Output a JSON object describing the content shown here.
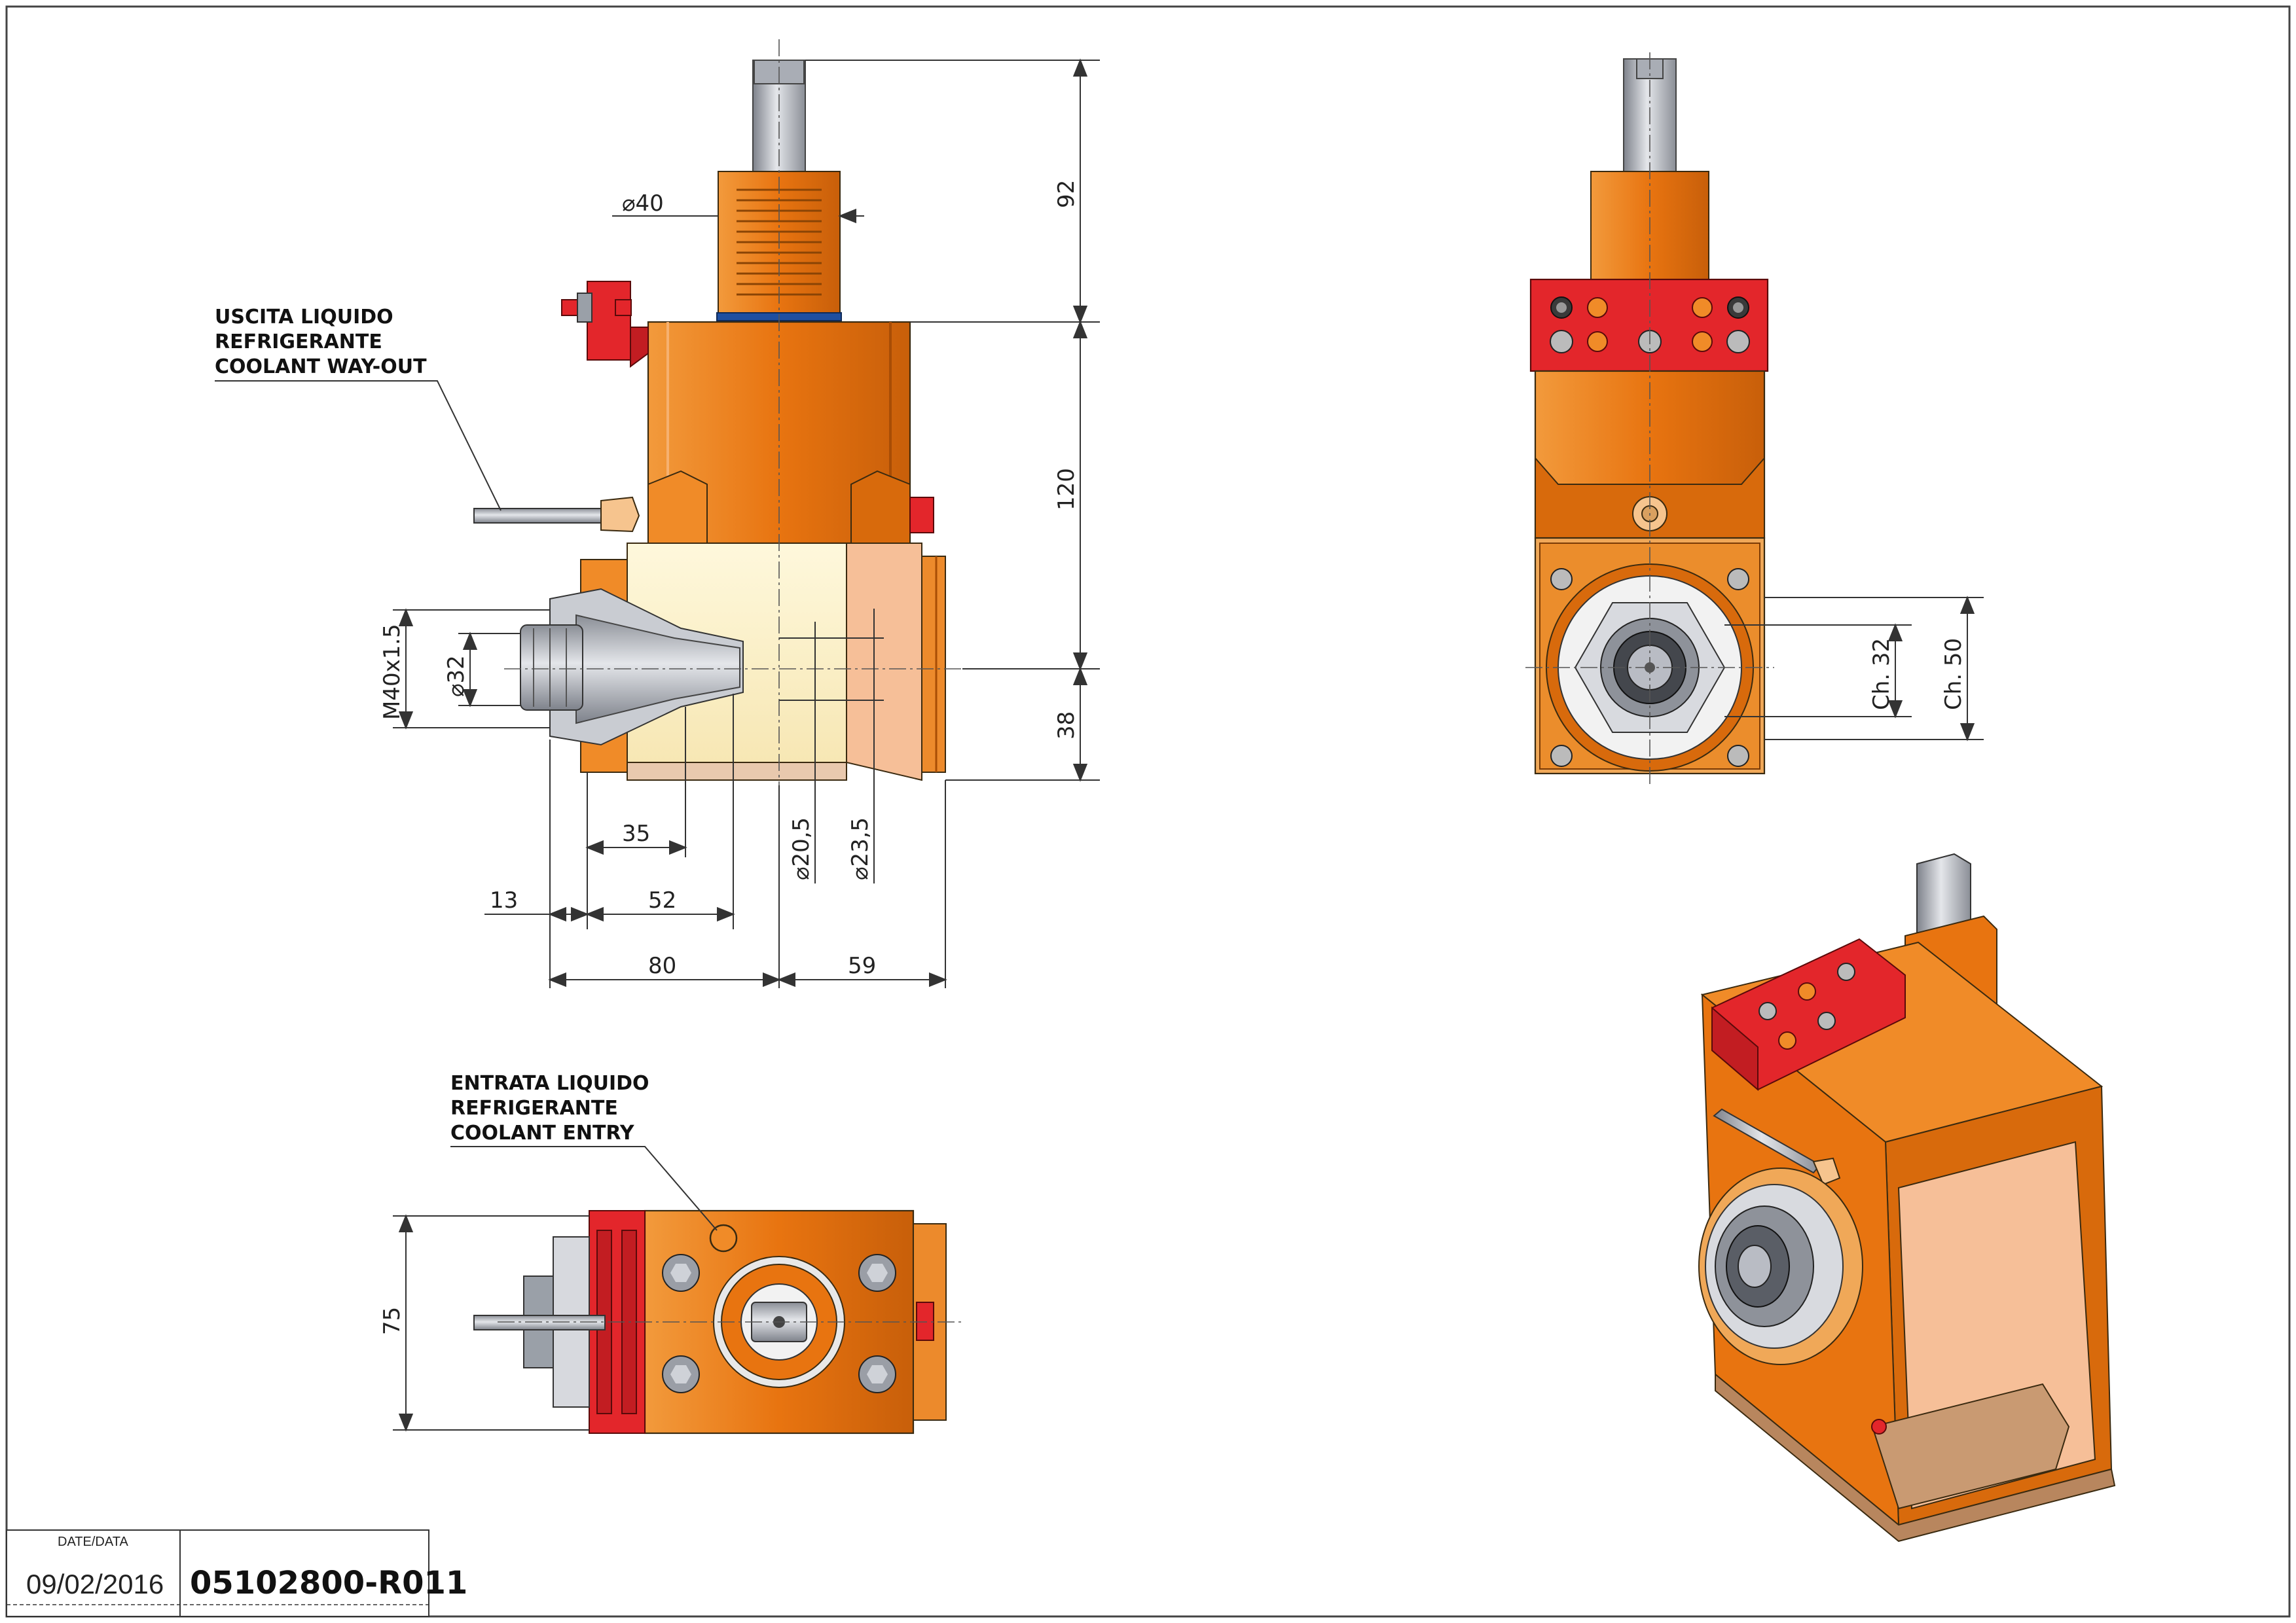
{
  "colors": {
    "orange": "#e87410",
    "orange_dark": "#c85f0a",
    "orange_light": "#f29a3c",
    "cream": "#fdf3c8",
    "peach": "#f6bf98",
    "red": "#e3262b",
    "steel": "#b9bcc4",
    "steel_dark": "#7e828b"
  },
  "labels": {
    "outlet": [
      "USCITA LIQUIDO",
      "REFRIGERANTE",
      "COOLANT WAY-OUT"
    ],
    "entry": [
      "ENTRATA LIQUIDO",
      "REFRIGERANTE",
      "COOLANT ENTRY"
    ]
  },
  "dimensions": {
    "side": {
      "dia40": "⌀40",
      "d92": "92",
      "d120": "120",
      "d38": "38",
      "m40": "M40x1.5",
      "dia32": "⌀32",
      "d35": "35",
      "d13": "13",
      "d52": "52",
      "d80": "80",
      "d59": "59",
      "dia205": "⌀20,5",
      "dia235": "⌀23,5"
    },
    "front": {
      "ch32": "Ch. 32",
      "ch50": "Ch. 50"
    },
    "bottom": {
      "d75": "75"
    }
  },
  "title_block": {
    "date_label": "DATE/DATA",
    "date": "09/02/2016",
    "code": "05102800-R011"
  }
}
